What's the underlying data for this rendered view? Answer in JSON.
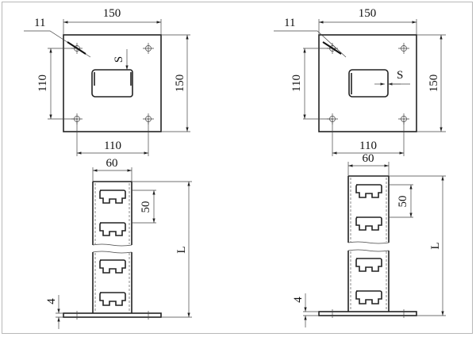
{
  "left_view": {
    "plate": {
      "width": "150",
      "height": "150",
      "hole_spacing_vertical": "110",
      "hole_spacing_horizontal": "110",
      "hole_diameter": "11",
      "thickness_label": "S"
    },
    "column": {
      "width": "60",
      "slot_pitch": "50",
      "length": "L",
      "base_thickness": "4"
    }
  },
  "right_view": {
    "plate": {
      "width": "150",
      "height": "150",
      "hole_spacing_vertical": "110",
      "hole_spacing_horizontal": "110",
      "hole_diameter": "11",
      "thickness_label": "S"
    },
    "column": {
      "width": "60",
      "slot_pitch": "50",
      "length": "L",
      "base_thickness": "4"
    }
  }
}
